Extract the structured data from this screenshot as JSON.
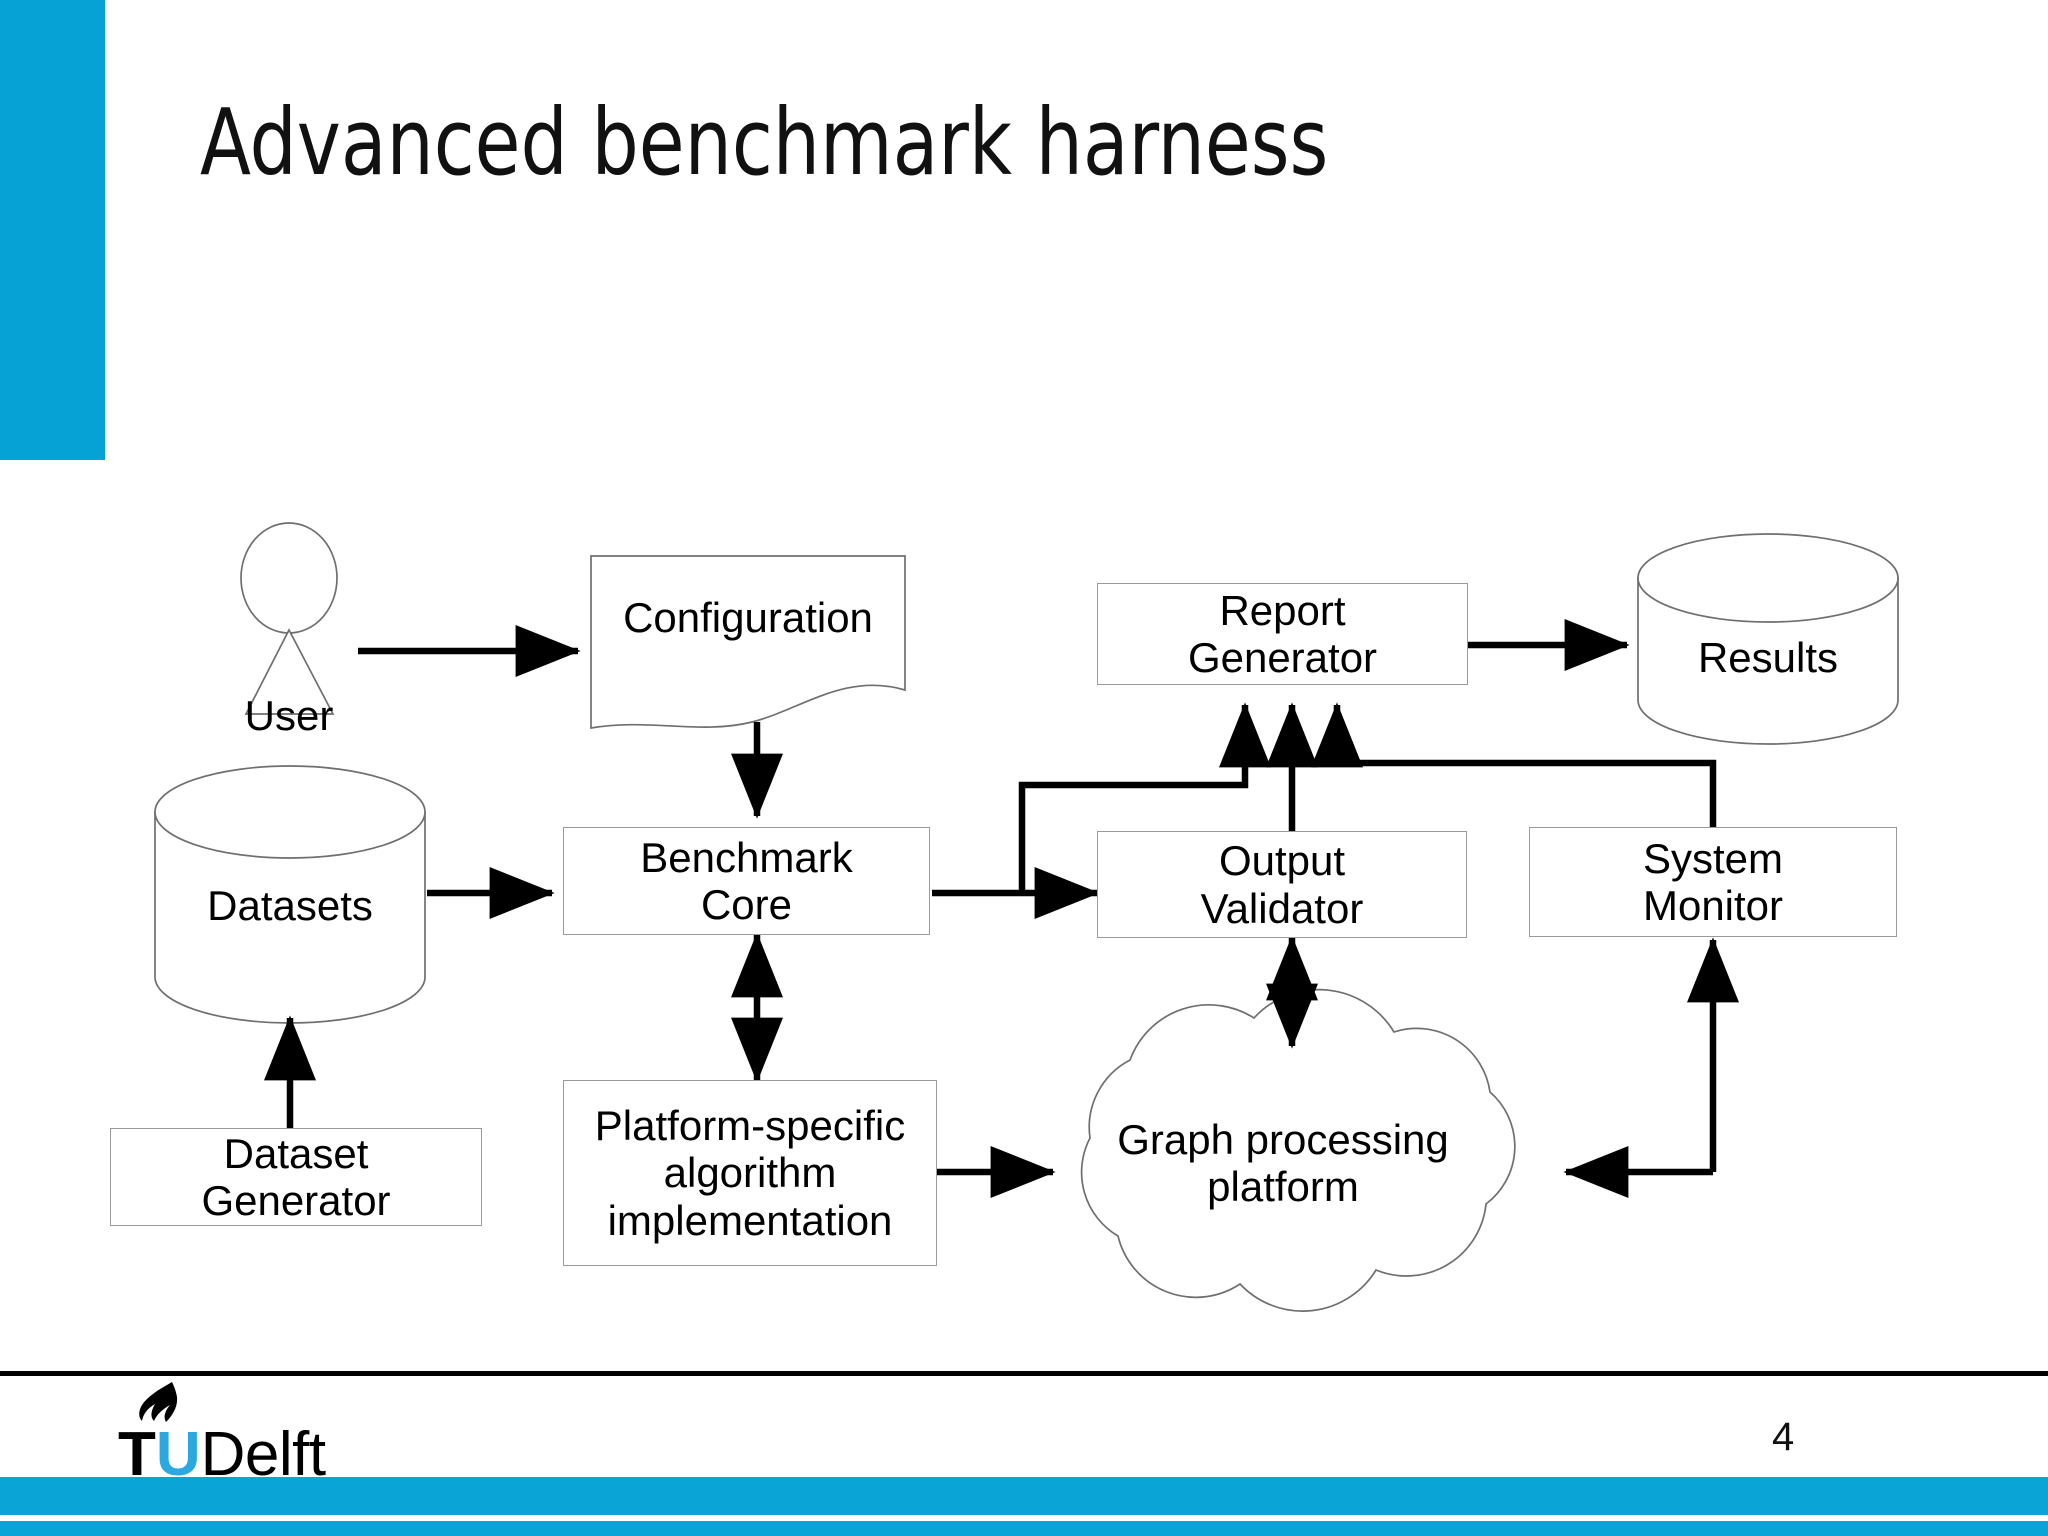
{
  "slide": {
    "title": "Advanced benchmark harness",
    "page_number": "4",
    "accent_color": "#06a2d6",
    "footer_bar_color": "#0ba4d7"
  },
  "logo": {
    "t": "T",
    "u": "U",
    "delft": "Delft",
    "flame_icon": "flame-icon",
    "u_color": "#2ba8e0"
  },
  "diagram": {
    "nodes": [
      {
        "id": "user",
        "label": "User",
        "shape": "actor"
      },
      {
        "id": "configuration",
        "label": "Configuration",
        "shape": "document"
      },
      {
        "id": "datasets",
        "label": "Datasets",
        "shape": "cylinder"
      },
      {
        "id": "dataset-generator",
        "label": "Dataset\nGenerator",
        "shape": "rect"
      },
      {
        "id": "benchmark-core",
        "label": "Benchmark\nCore",
        "shape": "rect"
      },
      {
        "id": "platform-algorithm",
        "label": "Platform-specific\nalgorithm\nimplementation",
        "shape": "rect"
      },
      {
        "id": "graph-platform",
        "label": "Graph processing\nplatform",
        "shape": "cloud"
      },
      {
        "id": "output-validator",
        "label": "Output\nValidator",
        "shape": "rect"
      },
      {
        "id": "report-generator",
        "label": "Report\nGenerator",
        "shape": "rect"
      },
      {
        "id": "system-monitor",
        "label": "System\nMonitor",
        "shape": "rect"
      },
      {
        "id": "results",
        "label": "Results",
        "shape": "cylinder"
      }
    ],
    "node_labels": {
      "user": "User",
      "configuration": "Configuration",
      "datasets": "Datasets",
      "dataset_generator_line1": "Dataset",
      "dataset_generator_line2": "Generator",
      "benchmark_core_line1": "Benchmark",
      "benchmark_core_line2": "Core",
      "platform_algorithm_line1": "Platform-specific",
      "platform_algorithm_line2": "algorithm",
      "platform_algorithm_line3": "implementation",
      "graph_platform_line1": "Graph processing",
      "graph_platform_line2": "platform",
      "output_validator_line1": "Output",
      "output_validator_line2": "Validator",
      "report_generator_line1": "Report",
      "report_generator_line2": "Generator",
      "system_monitor_line1": "System",
      "system_monitor_line2": "Monitor",
      "results": "Results"
    },
    "edges": [
      {
        "from": "user",
        "to": "configuration",
        "style": "arrow"
      },
      {
        "from": "configuration",
        "to": "benchmark-core",
        "style": "arrow"
      },
      {
        "from": "datasets",
        "to": "benchmark-core",
        "style": "arrow"
      },
      {
        "from": "dataset-generator",
        "to": "datasets",
        "style": "arrow"
      },
      {
        "from": "benchmark-core",
        "to": "platform-algorithm",
        "style": "double-arrow"
      },
      {
        "from": "benchmark-core",
        "to": "output-validator",
        "style": "arrow"
      },
      {
        "from": "benchmark-core",
        "to": "report-generator",
        "style": "arrow"
      },
      {
        "from": "platform-algorithm",
        "to": "graph-platform",
        "style": "arrow"
      },
      {
        "from": "output-validator",
        "to": "graph-platform",
        "style": "double-arrow"
      },
      {
        "from": "output-validator",
        "to": "report-generator",
        "style": "arrow"
      },
      {
        "from": "system-monitor",
        "to": "report-generator",
        "style": "arrow"
      },
      {
        "from": "system-monitor",
        "to": "graph-platform",
        "style": "arrow"
      },
      {
        "from": "report-generator",
        "to": "results",
        "style": "arrow"
      }
    ]
  }
}
